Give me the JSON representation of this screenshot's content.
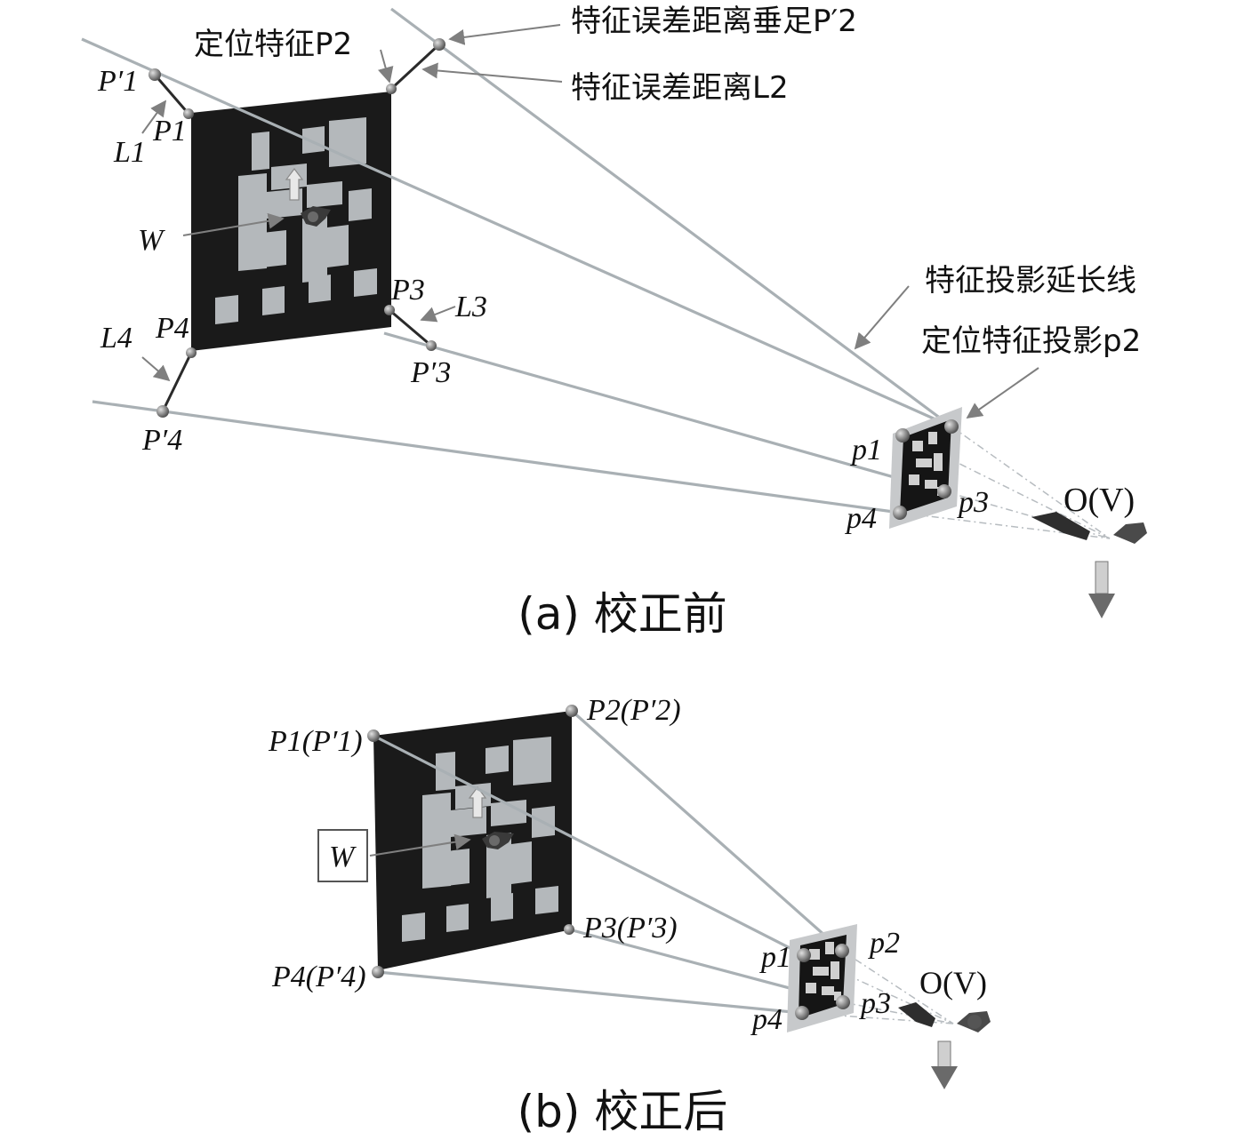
{
  "colors": {
    "marker_dark": "#1a1a1a",
    "marker_light": "#b4b8bb",
    "ray_line": "#a9b0b4",
    "error_segment": "#2a2a2a",
    "leader": "#7f7f7f",
    "image_frame": "#c7c9cb"
  },
  "icons": [
    "world-frame-icon",
    "camera-icon",
    "down-arrow-icon",
    "feature-point-icon"
  ],
  "panel_a": {
    "caption": "(a) 校正前",
    "callouts": {
      "feature_p2": "定位特征P2",
      "foot_p2": "特征误差距离垂足P′2",
      "error_l2": "特征误差距离L2",
      "proj_ext": "特征投影延长线",
      "proj_p2": "定位特征投影p2"
    },
    "points": {
      "P1p": "P′1",
      "P1": "P1",
      "L1": "L1",
      "W": "W",
      "P3": "P3",
      "L3": "L3",
      "P3p": "P′3",
      "L4": "L4",
      "P4": "P4",
      "P4p": "P′4",
      "p1": "p1",
      "p3": "p3",
      "p4": "p4",
      "camera": "O(V)"
    }
  },
  "panel_b": {
    "caption": "(b) 校正后",
    "points": {
      "P1": "P1(P′1)",
      "P2": "P2(P′2)",
      "P3": "P3(P′3)",
      "P4": "P4(P′4)",
      "W": "W",
      "p1": "p1",
      "p2": "p2",
      "p3": "p3",
      "p4": "p4",
      "camera": "O(V)"
    }
  }
}
